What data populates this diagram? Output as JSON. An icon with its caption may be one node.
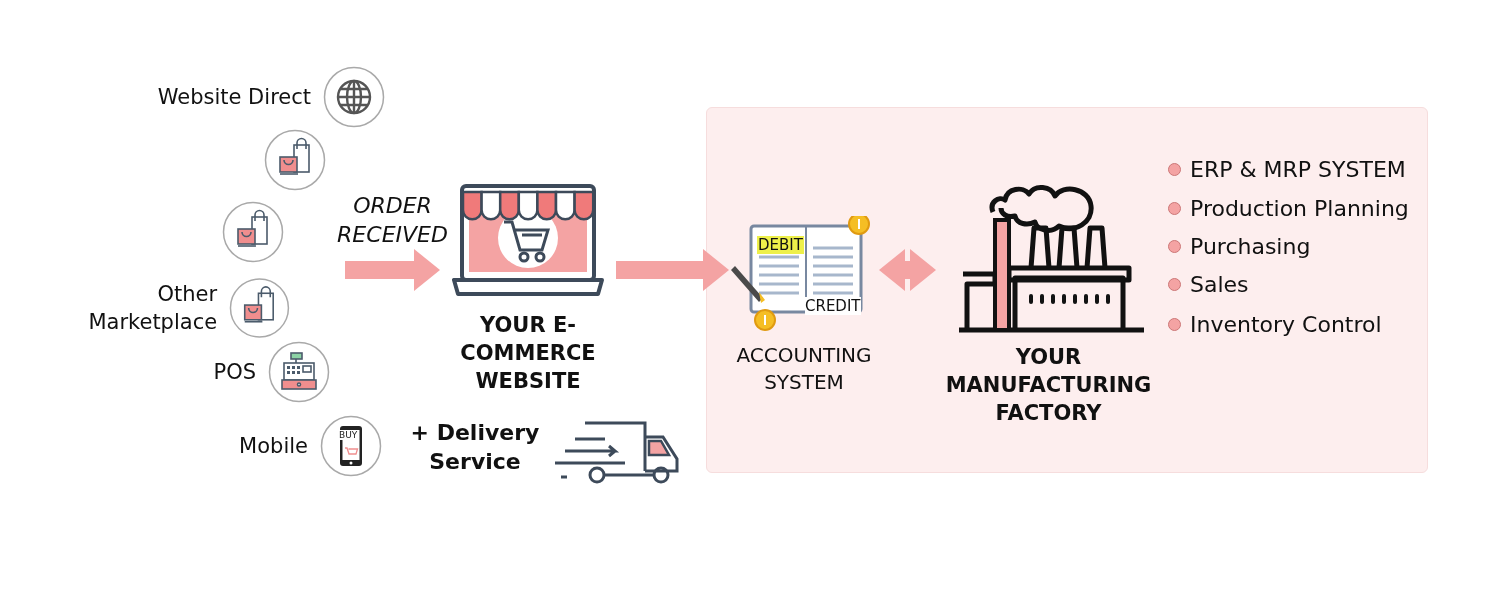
{
  "diagram": {
    "nodes": [
      {
        "text": [
          "Website Direct"
        ]
      },
      {
        "text": [],
        "shape": "picture"
      },
      {
        "text": [],
        "shape": "picture"
      },
      {
        "text": [
          "Other Marketplace"
        ]
      },
      {
        "text": [
          "POS"
        ]
      },
      {
        "text": [
          "Mobile"
        ]
      },
      {
        "text": [
          "YOUR E-COMMERCE WEBSITE"
        ]
      },
      {
        "text": [
          "+ Delivery Service"
        ]
      },
      {
        "text": [],
        "shape": "box"
      },
      {
        "text": [
          "ACCOUNTING SYSTEM"
        ],
        "in": 8
      },
      {
        "text": [
          "YOUR MANUFACTURING FACTORY"
        ],
        "in": 8
      }
    ],
    "edges": [
      {
        "from": null,
        "to": 6,
        "arrow": "to",
        "label": "ORDER RECEIVED"
      },
      {
        "from": 6,
        "to": 9,
        "arrow": "to"
      },
      {
        "from": 9,
        "to": 10,
        "arrow": "both"
      }
    ],
    "labels": [
      "BUY",
      "DEBIT",
      "CREDIT",
      "ERP & MRP SYSTEM",
      "Production Planning",
      "Purchasing",
      "Sales",
      "Inventory Control"
    ]
  }
}
